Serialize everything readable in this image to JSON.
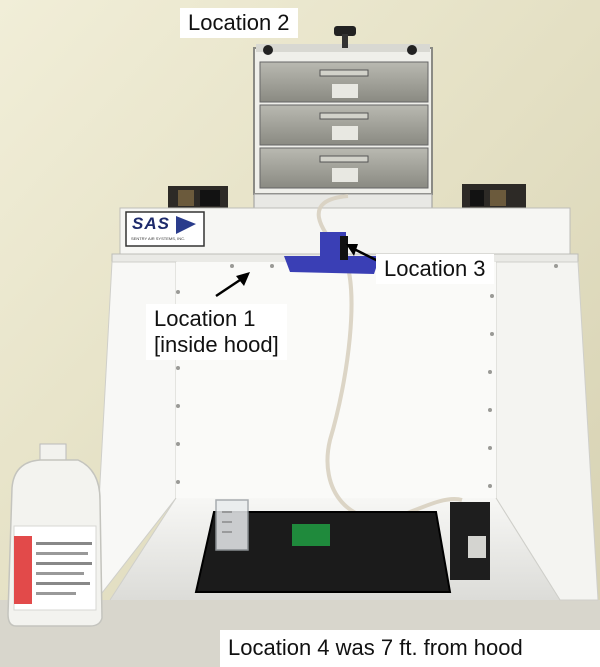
{
  "labels": {
    "location_1_line1": "Location 1",
    "location_1_line2": "[inside hood]",
    "location_2": "Location 2",
    "location_3": "Location 3",
    "location_4": "Location 4 was 7 ft. from hood"
  },
  "equipment": {
    "brand_logo": "SAS",
    "brand_subtitle": "SENTRY AIR SYSTEMS, INC."
  },
  "colors": {
    "wall": "#e6e2c6",
    "hood_frame": "#f4f4f2",
    "drawer_metal": "#9a9a92",
    "tray": "#1b1b1b",
    "test_sample": "#1f8a3c",
    "tape": "#3a3fb5"
  }
}
